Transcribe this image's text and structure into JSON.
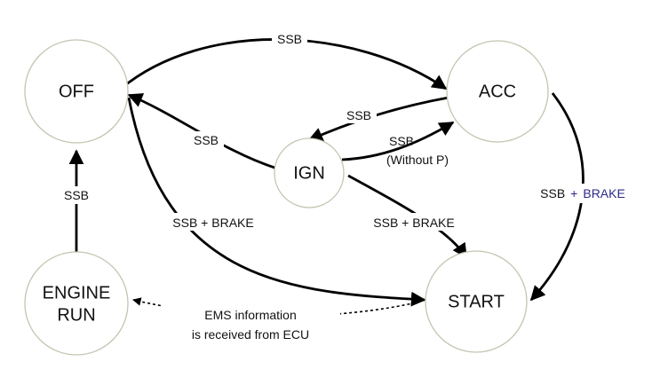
{
  "nodes": {
    "off": "OFF",
    "acc": "ACC",
    "ign": "IGN",
    "engine_run": [
      "ENGINE",
      "RUN"
    ],
    "start": "START"
  },
  "edges": {
    "off_to_acc": "SSB",
    "acc_to_ign": "SSB",
    "ign_to_off": "SSB",
    "ign_to_acc": [
      "SSB",
      "(Without P)"
    ],
    "off_to_start": "SSB + BRAKE",
    "ign_to_start": "SSB + BRAKE",
    "acc_to_start": {
      "ssb": "SSB",
      "plus": "+",
      "brake": "BRAKE"
    },
    "engine_run_to_off": "SSB",
    "start_to_engine_run": [
      "EMS information",
      "is received from ECU"
    ]
  },
  "colors": {
    "node_stroke": "#c4c4b2",
    "arrow": "#000000",
    "brake_accent": "#2e2a8c"
  }
}
